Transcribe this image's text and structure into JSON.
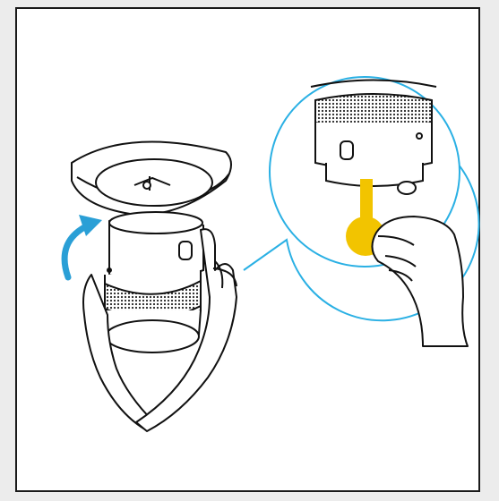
{
  "illustration": {
    "type": "instruction-diagram",
    "steps_depicted": [
      "twist-detector-off-ceiling-mount",
      "pull-yellow-battery-tab"
    ],
    "colors": {
      "outline": "#111111",
      "callout": "#2ab0e4",
      "arrow": "#2a9fd6",
      "tab": "#f2c400",
      "background": "#ffffff",
      "page": "#ececec"
    },
    "icons": [
      "rotate-arrow-icon",
      "magnifier-callout-icon"
    ]
  }
}
